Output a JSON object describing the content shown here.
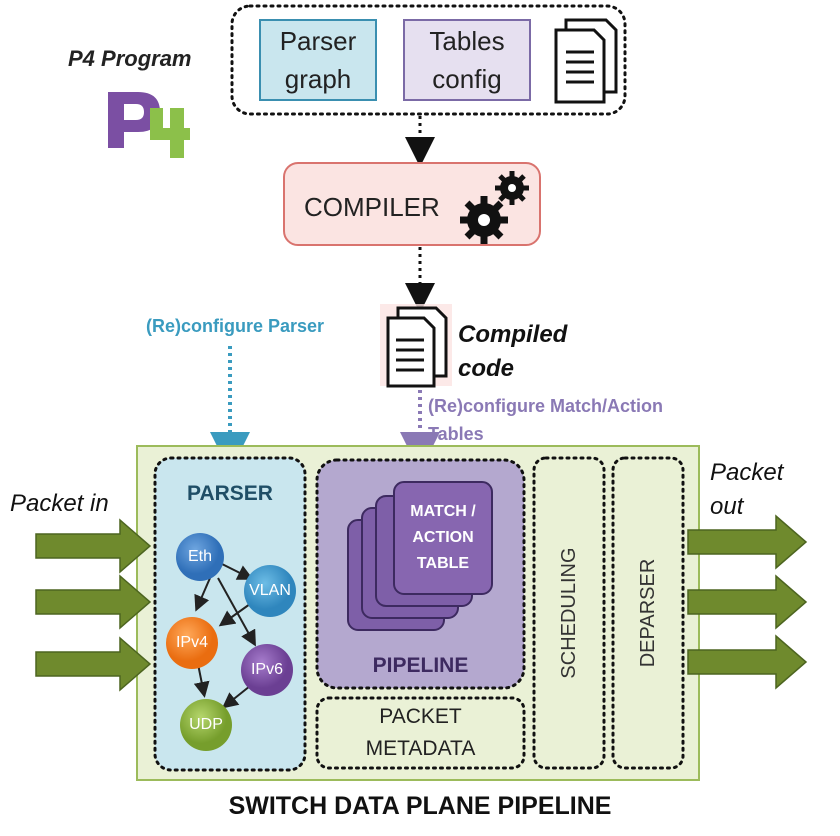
{
  "p4_program": {
    "title": "P4 Program",
    "logo_text": "P4"
  },
  "top_box": {
    "parser_graph": "Parser\ngraph",
    "tables_config": "Tables\nconfig"
  },
  "compiler": {
    "label": "COMPILER"
  },
  "compiled": {
    "label": "Compiled\ncode"
  },
  "reconfigure_parser": "(Re)configure Parser",
  "reconfigure_match": "(Re)configure Match/Action\nTables",
  "packet_in": "Packet in",
  "packet_out": "Packet\nout",
  "parser": {
    "title": "PARSER",
    "nodes": {
      "eth": "Eth",
      "vlan": "VLAN",
      "ipv4": "IPv4",
      "ipv6": "IPv6",
      "udp": "UDP"
    }
  },
  "pipeline": {
    "title": "PIPELINE",
    "table_label": "MATCH /\nACTION\nTABLE"
  },
  "packet_metadata": "PACKET\nMETADATA",
  "scheduling": "SCHEDULING",
  "deparser": "DEPARSER",
  "bottom_title": "SWITCH DATA PLANE PIPELINE",
  "colors": {
    "parser_box": "#c9e6ee",
    "tables_box": "#e6e0f0",
    "compiler_fill": "#fbe4e2",
    "compiler_border": "#d9736e",
    "plane_fill": "#eaf1d6",
    "plane_border": "#9cbb5b",
    "pipeline_fill": "#b4a8cf",
    "table_fill": "#7e5fa8",
    "arrow_green": "#6f8a2d",
    "eth": "#3f7fc4",
    "vlan": "#3e94c4",
    "ipv4": "#f07b1e",
    "ipv6": "#7d4f9e",
    "udp": "#8ab43a",
    "reconf_parser": "#3a9bbf",
    "reconf_match": "#8a79b5"
  }
}
